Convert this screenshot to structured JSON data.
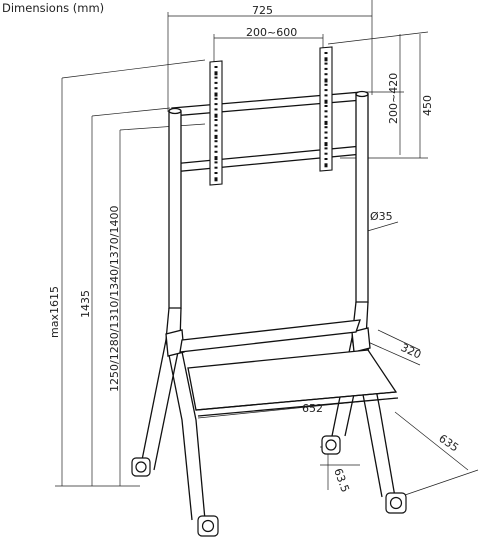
{
  "title": "Dimensions (mm)",
  "dimensions": {
    "overall_width": "725",
    "vesa_horizontal": "200~600",
    "vesa_vertical": "200~420",
    "bracket_height": "450",
    "pole_diameter": "Ø35",
    "max_height": "max1615",
    "top_bar_height": "1435",
    "mount_heights": "1250/1280/1310/1340/1370/1400",
    "shelf_depth": "320",
    "shelf_width": "652",
    "base_depth": "635",
    "wheel_height": "63.5"
  }
}
